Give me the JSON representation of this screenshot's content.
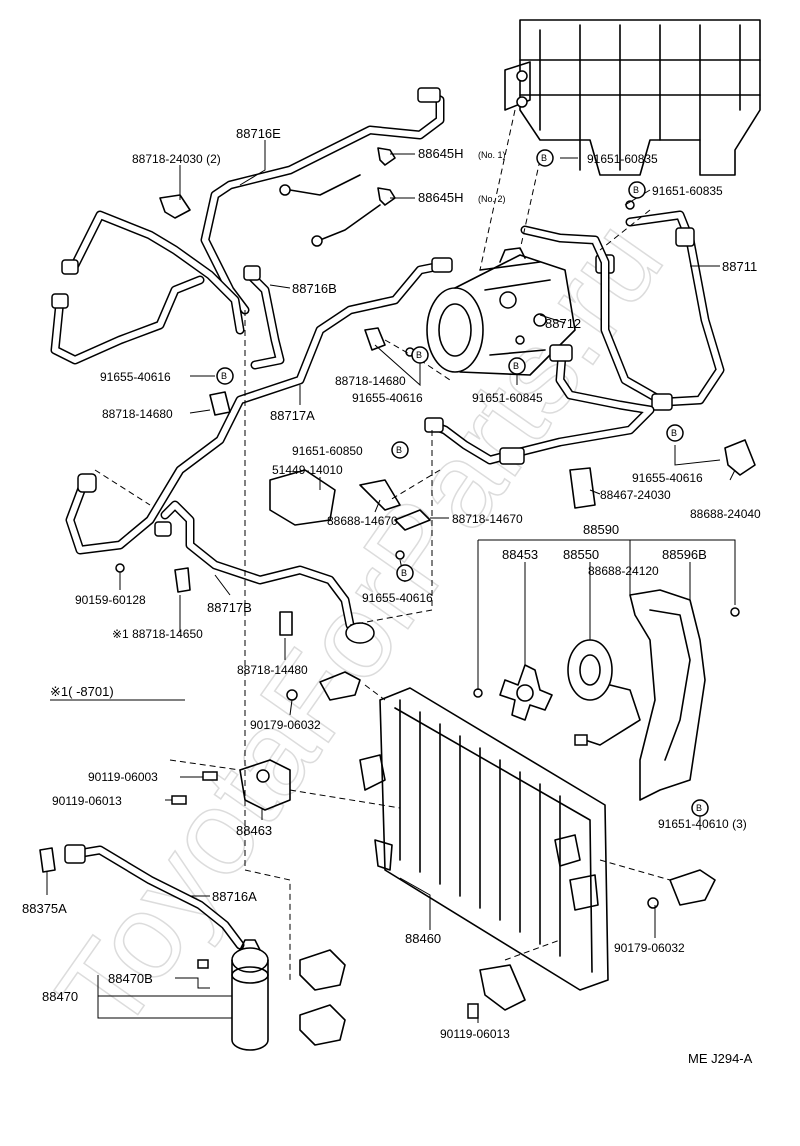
{
  "watermark": "ToyotaForParts.ru",
  "footer_code": "ME  J294-A",
  "note": "※1(      -8701)",
  "bolt_marker": "B",
  "callouts": [
    {
      "id": "88716E",
      "text": "88716E"
    },
    {
      "id": "88718-24030",
      "text": "88718-24030 (2)"
    },
    {
      "id": "88645H-no1",
      "text": "88645H",
      "sub": "(No. 1)"
    },
    {
      "id": "91651-60835-a",
      "text": "91651-60835"
    },
    {
      "id": "88645H-no2",
      "text": "88645H",
      "sub": "(No. 2)"
    },
    {
      "id": "91651-60835-b",
      "text": "91651-60835"
    },
    {
      "id": "88711",
      "text": "88711"
    },
    {
      "id": "88716B",
      "text": "88716B"
    },
    {
      "id": "88712",
      "text": "88712"
    },
    {
      "id": "91655-40616-a",
      "text": "91655-40616"
    },
    {
      "id": "88718-14680-a",
      "text": "88718-14680"
    },
    {
      "id": "88718-14680-b",
      "text": "88718-14680"
    },
    {
      "id": "91655-40616-b",
      "text": "91655-40616"
    },
    {
      "id": "91651-60845",
      "text": "91651-60845"
    },
    {
      "id": "88717A",
      "text": "88717A"
    },
    {
      "id": "91651-60850",
      "text": "91651-60850"
    },
    {
      "id": "51449-14010",
      "text": "51449-14010"
    },
    {
      "id": "91655-40616-c",
      "text": "91655-40616"
    },
    {
      "id": "88688-24040",
      "text": "88688-24040"
    },
    {
      "id": "88467-24030",
      "text": "88467-24030"
    },
    {
      "id": "88718-14670",
      "text": "88718-14670"
    },
    {
      "id": "88688-14670",
      "text": "88688-14670"
    },
    {
      "id": "88590",
      "text": "88590"
    },
    {
      "id": "88453",
      "text": "88453"
    },
    {
      "id": "88550",
      "text": "88550"
    },
    {
      "id": "88596B",
      "text": "88596B"
    },
    {
      "id": "88688-24120",
      "text": "88688-24120"
    },
    {
      "id": "90159-60128",
      "text": "90159-60128"
    },
    {
      "id": "88717B",
      "text": "88717B"
    },
    {
      "id": "91655-40616-d",
      "text": "91655-40616"
    },
    {
      "id": "88718-14650",
      "text": "※1 88718-14650"
    },
    {
      "id": "88718-14480",
      "text": "88718-14480"
    },
    {
      "id": "90179-06032-a",
      "text": "90179-06032"
    },
    {
      "id": "90119-06003",
      "text": "90119-06003"
    },
    {
      "id": "90119-06013-a",
      "text": "90119-06013"
    },
    {
      "id": "88463",
      "text": "88463"
    },
    {
      "id": "91651-40610",
      "text": "91651-40610 (3)"
    },
    {
      "id": "88375A",
      "text": "88375A"
    },
    {
      "id": "88716A",
      "text": "88716A"
    },
    {
      "id": "88460",
      "text": "88460"
    },
    {
      "id": "90179-06032-b",
      "text": "90179-06032"
    },
    {
      "id": "88470B",
      "text": "88470B"
    },
    {
      "id": "88470",
      "text": "88470"
    },
    {
      "id": "90119-06013-b",
      "text": "90119-06013"
    }
  ]
}
